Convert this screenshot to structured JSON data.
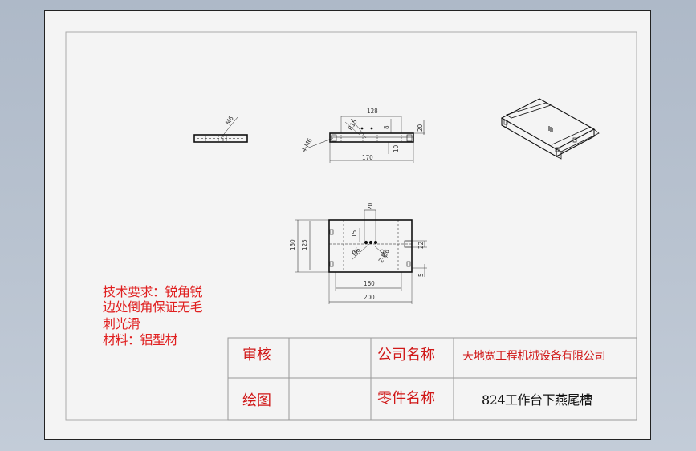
{
  "technical_notes": {
    "line1": "技术要求：锐角锐",
    "line2": "边处倒角保证无毛",
    "line3": "刺光滑",
    "line4": "材料：铝型材"
  },
  "title_block": {
    "review_label": "审核",
    "drawing_label": "绘图",
    "company_label": "公司名称",
    "company_value": "天地宽工程机械设备有限公司",
    "part_label": "零件名称",
    "part_value": "824工作台下燕尾槽"
  },
  "dimensions": {
    "side_m6": "M6",
    "front_128": "128",
    "front_r15": "R15",
    "front_8": "8",
    "front_20": "20",
    "front_10": "10",
    "front_170": "170",
    "front_4m6": "4-M6",
    "top_20": "20",
    "top_15": "15",
    "top_m6": "M6",
    "top_2m6": "2-M6",
    "top_130": "130",
    "top_125": "125",
    "top_22": "22",
    "top_5": "5",
    "top_160": "160",
    "top_200": "200"
  },
  "colors": {
    "background": "#b9c3d0",
    "sheet": "#f4f4f4",
    "red_text": "#e02020",
    "lines": "#111111"
  }
}
